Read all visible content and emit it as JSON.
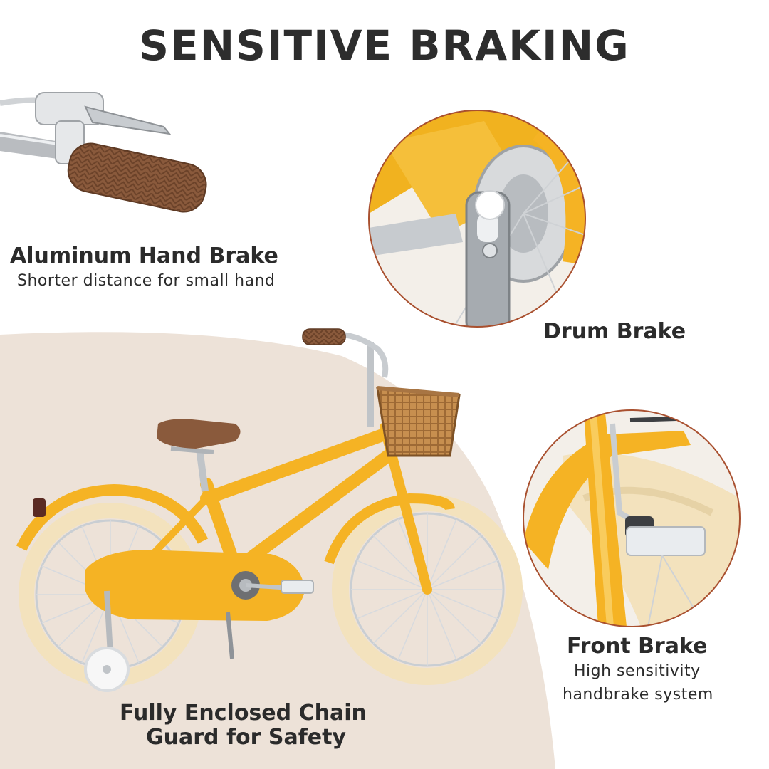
{
  "headline": "SENSITIVE BRAKING",
  "features": [
    {
      "title": "Aluminum Hand Brake",
      "subtitle": "Shorter distance for small hand"
    },
    {
      "title": "Drum Brake"
    },
    {
      "title": "Front Brake",
      "subtitle_lines": [
        "High sensitivity",
        "handbrake system"
      ]
    },
    {
      "title_lines": [
        "Fully Enclosed Chain",
        "Guard for Safety"
      ]
    }
  ],
  "colors": {
    "bike_yellow": "#f5b324",
    "tire_cream": "#f3e2bd",
    "saddle_brown": "#8a5a3c",
    "backdrop_beige": "#ede2d8",
    "circle_border": "#a9502f",
    "text_dark": "#2b2b2b"
  }
}
